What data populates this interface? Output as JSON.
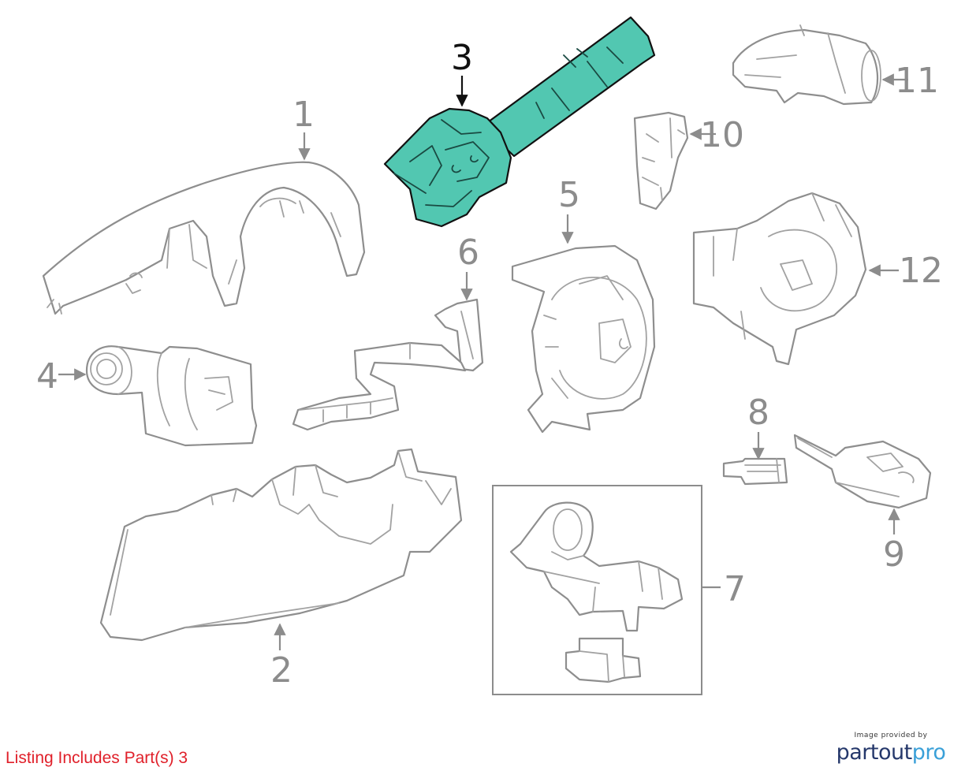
{
  "callouts": {
    "c1": "1",
    "c2": "2",
    "c3": "3",
    "c4": "4",
    "c5": "5",
    "c6": "6",
    "c7": "7",
    "c8": "8",
    "c9": "9",
    "c10": "10",
    "c11": "11",
    "c12": "12"
  },
  "highlight_color": "#52c7b1",
  "highlighted_part": "3",
  "footer": {
    "note": "Listing Includes Part(s) 3"
  },
  "credit": {
    "caption": "Image provided by",
    "logo_part1": "partout",
    "logo_part2": "pro"
  }
}
